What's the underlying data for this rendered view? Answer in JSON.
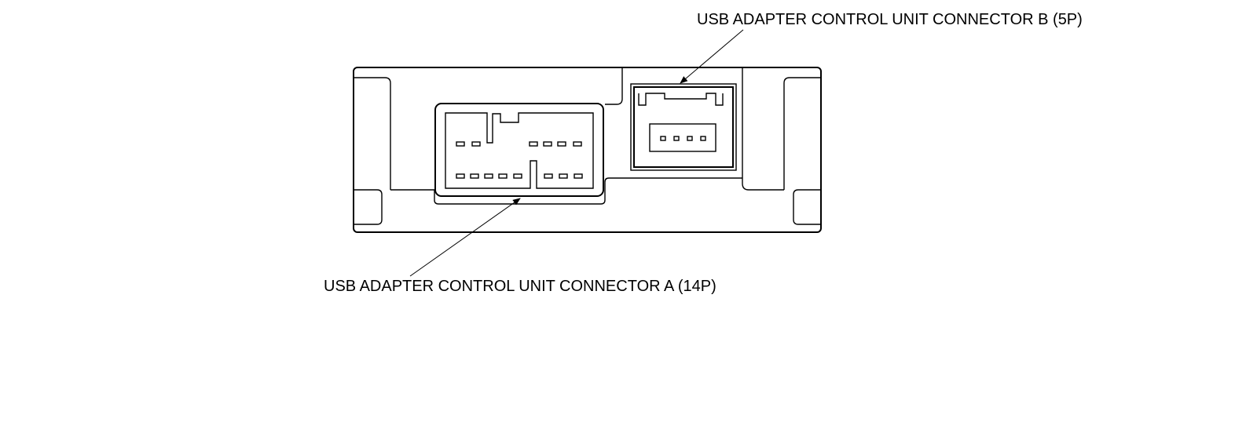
{
  "callouts": {
    "connector_b": "USB ADAPTER CONTROL UNIT CONNECTOR B (5P)",
    "connector_a": "USB ADAPTER CONTROL UNIT CONNECTOR A (14P)"
  },
  "connectors": {
    "a": {
      "pins": 14
    },
    "b": {
      "pins": 5
    }
  },
  "line_color": "#000000"
}
